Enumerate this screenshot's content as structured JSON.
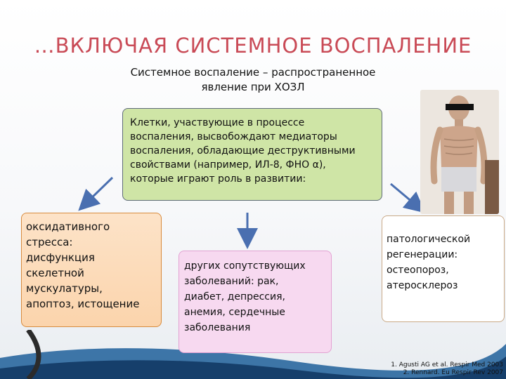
{
  "title": "…ВКЛЮЧАЯ СИСТЕМНОЕ ВОСПАЛЕНИЕ",
  "subtitle": {
    "line1": "Системное воспаление – распространенное",
    "line2": "явление при ХОЗЛ"
  },
  "top_box": {
    "lines": [
      "Клетки, участвующие в процессе",
      "воспаления, высвобождают медиаторы",
      "воспаления, обладающие деструктивными",
      "свойствами (например, ИЛ-8, ФНО α),",
      "которые играют роль в развитии:"
    ]
  },
  "left_box": {
    "lines": [
      "оксидативного",
      "стресса:",
      "дисфункция",
      "скелетной",
      "мускулатуры,",
      "апоптоз, истощение"
    ]
  },
  "middle_box": {
    "lines": [
      "других сопутствующих",
      "заболеваний: рак,",
      "диабет, депрессия,",
      "анемия, сердечные",
      "заболевания"
    ]
  },
  "right_box": {
    "lines": [
      "патологической",
      "регенерации:",
      "остеопороз,",
      "атеросклероз"
    ]
  },
  "footnotes": {
    "line1": "1. Agusti AG et al. Respir Med 2003",
    "line2": "2. Rennard. Eu Respir Rev 2007"
  },
  "colors": {
    "title": "#c94a56",
    "top_box": "#cfe5a6",
    "left_box": "#fbd4ac",
    "middle_box": "#f7d9f0",
    "arrow": "#4a6fb0"
  }
}
